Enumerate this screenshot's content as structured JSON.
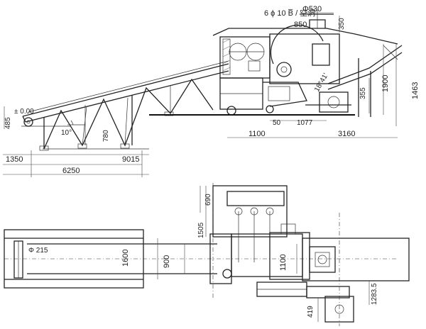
{
  "note": "6  ϕ 10 B̅ / 空洞",
  "elevation_view": {
    "dims": {
      "d530": "Φ530",
      "d850": "850",
      "d350": "350",
      "d1900": "1900",
      "d1463": "1463",
      "d355": "355",
      "angle_18": "18°41'",
      "zero": "± 0.00",
      "d485": "485",
      "angle_10": "10°",
      "d780": "780",
      "d1100": "1100",
      "d50": "50",
      "d1077": "1077",
      "d3160": "3160",
      "d1350": "1350",
      "d9015": "9015",
      "d6250": "6250"
    }
  },
  "plan_view": {
    "dims": {
      "d690": "690",
      "d1505": "1505",
      "d215": "Φ 215",
      "d1600": "1600",
      "d900": "900",
      "d1100": "1100",
      "d1283": "1283.5",
      "d419": "419"
    }
  }
}
